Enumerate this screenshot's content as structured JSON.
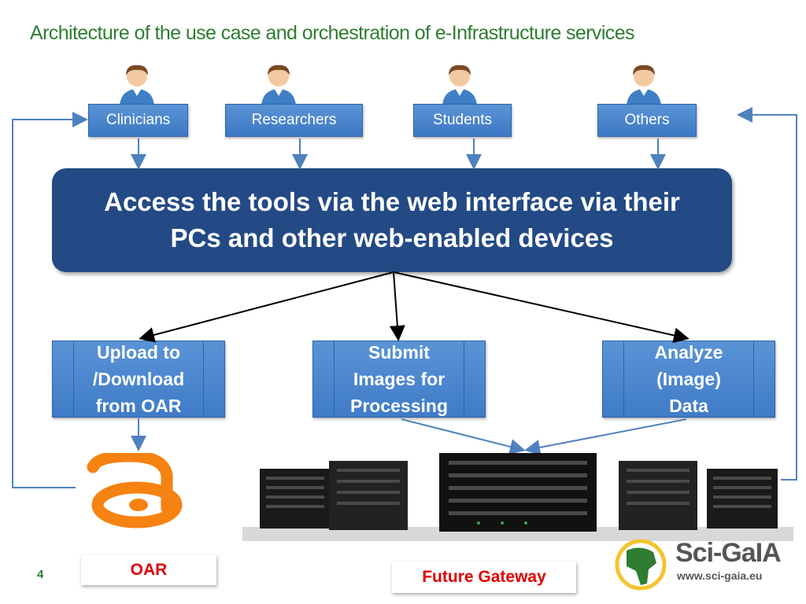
{
  "slide": {
    "title": "Architecture of the use case and orchestration of e-Infrastructure services",
    "page_number": "4"
  },
  "roles": [
    {
      "label": "Clinicians"
    },
    {
      "label": "Researchers"
    },
    {
      "label": "Students"
    },
    {
      "label": "Others"
    }
  ],
  "banner": {
    "line1": "Access the tools via the web interface via their",
    "line2": "PCs and other web-enabled devices"
  },
  "tasks": [
    {
      "lines": [
        "Upload to",
        "/Download",
        "from OAR"
      ]
    },
    {
      "lines": [
        "Submit",
        "Images for",
        "Processing"
      ]
    },
    {
      "lines": [
        "Analyze",
        "(Image)",
        "Data"
      ]
    }
  ],
  "labels": {
    "oar": "OAR",
    "gateway": "Future Gateway"
  },
  "logo": {
    "name": "Sci-GaIA",
    "url": "www.sci-gaia.eu"
  },
  "colors": {
    "title": "#2e7d32",
    "banner": "#234a84",
    "box": "#4a86cf",
    "arrow": "#4f81bd",
    "oar_orange": "#f68212",
    "label_red": "#e00000"
  },
  "icons": [
    "person-icon",
    "open-access-icon",
    "server-rack-icon",
    "africa-globe-icon"
  ]
}
